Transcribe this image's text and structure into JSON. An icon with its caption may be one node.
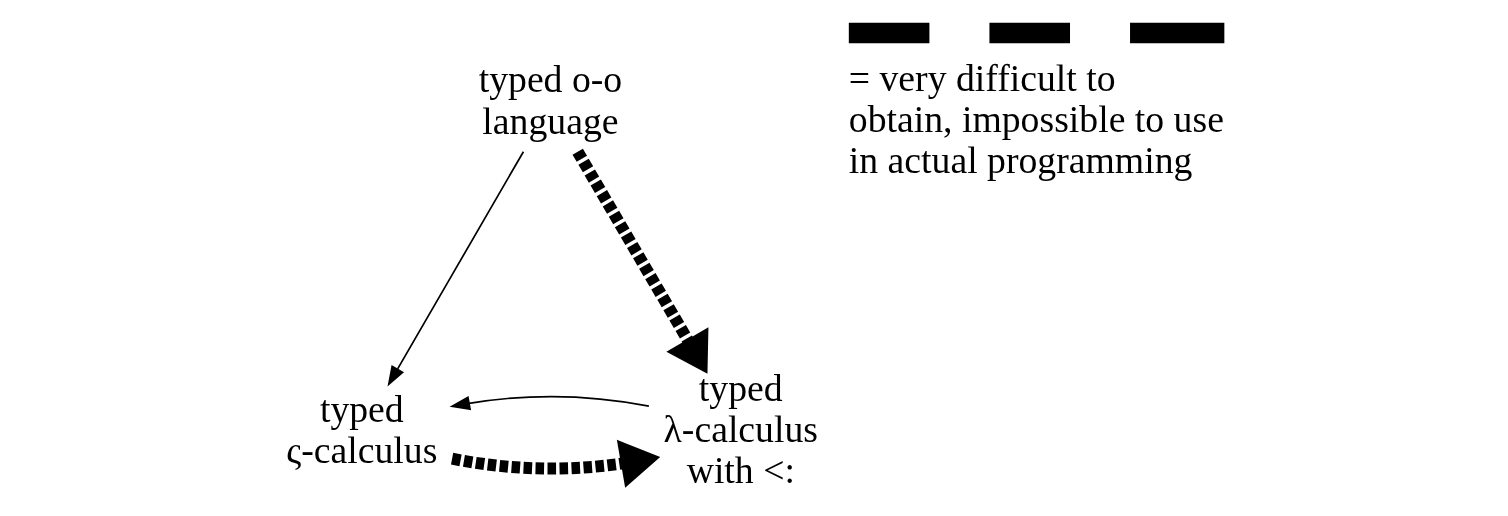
{
  "diagram": {
    "nodes": [
      {
        "text": [
          "typed o-o language"
        ]
      },
      {
        "text": [
          "typed ς-calculus"
        ]
      },
      {
        "text": [
          "typed λ-calculus with <:"
        ]
      }
    ],
    "edges": [
      {
        "from": 0,
        "to": 1,
        "arrow": "to"
      },
      {
        "from": 0,
        "to": 2,
        "arrow": "to",
        "style": "dashed"
      },
      {
        "from": 1,
        "to": 2,
        "arrow": "to",
        "style": "dashed"
      },
      {
        "from": 2,
        "to": 1,
        "arrow": "to"
      }
    ],
    "legend": [
      {
        "text": "= very difficult to obtain, impossible to use in actual programming"
      }
    ]
  }
}
